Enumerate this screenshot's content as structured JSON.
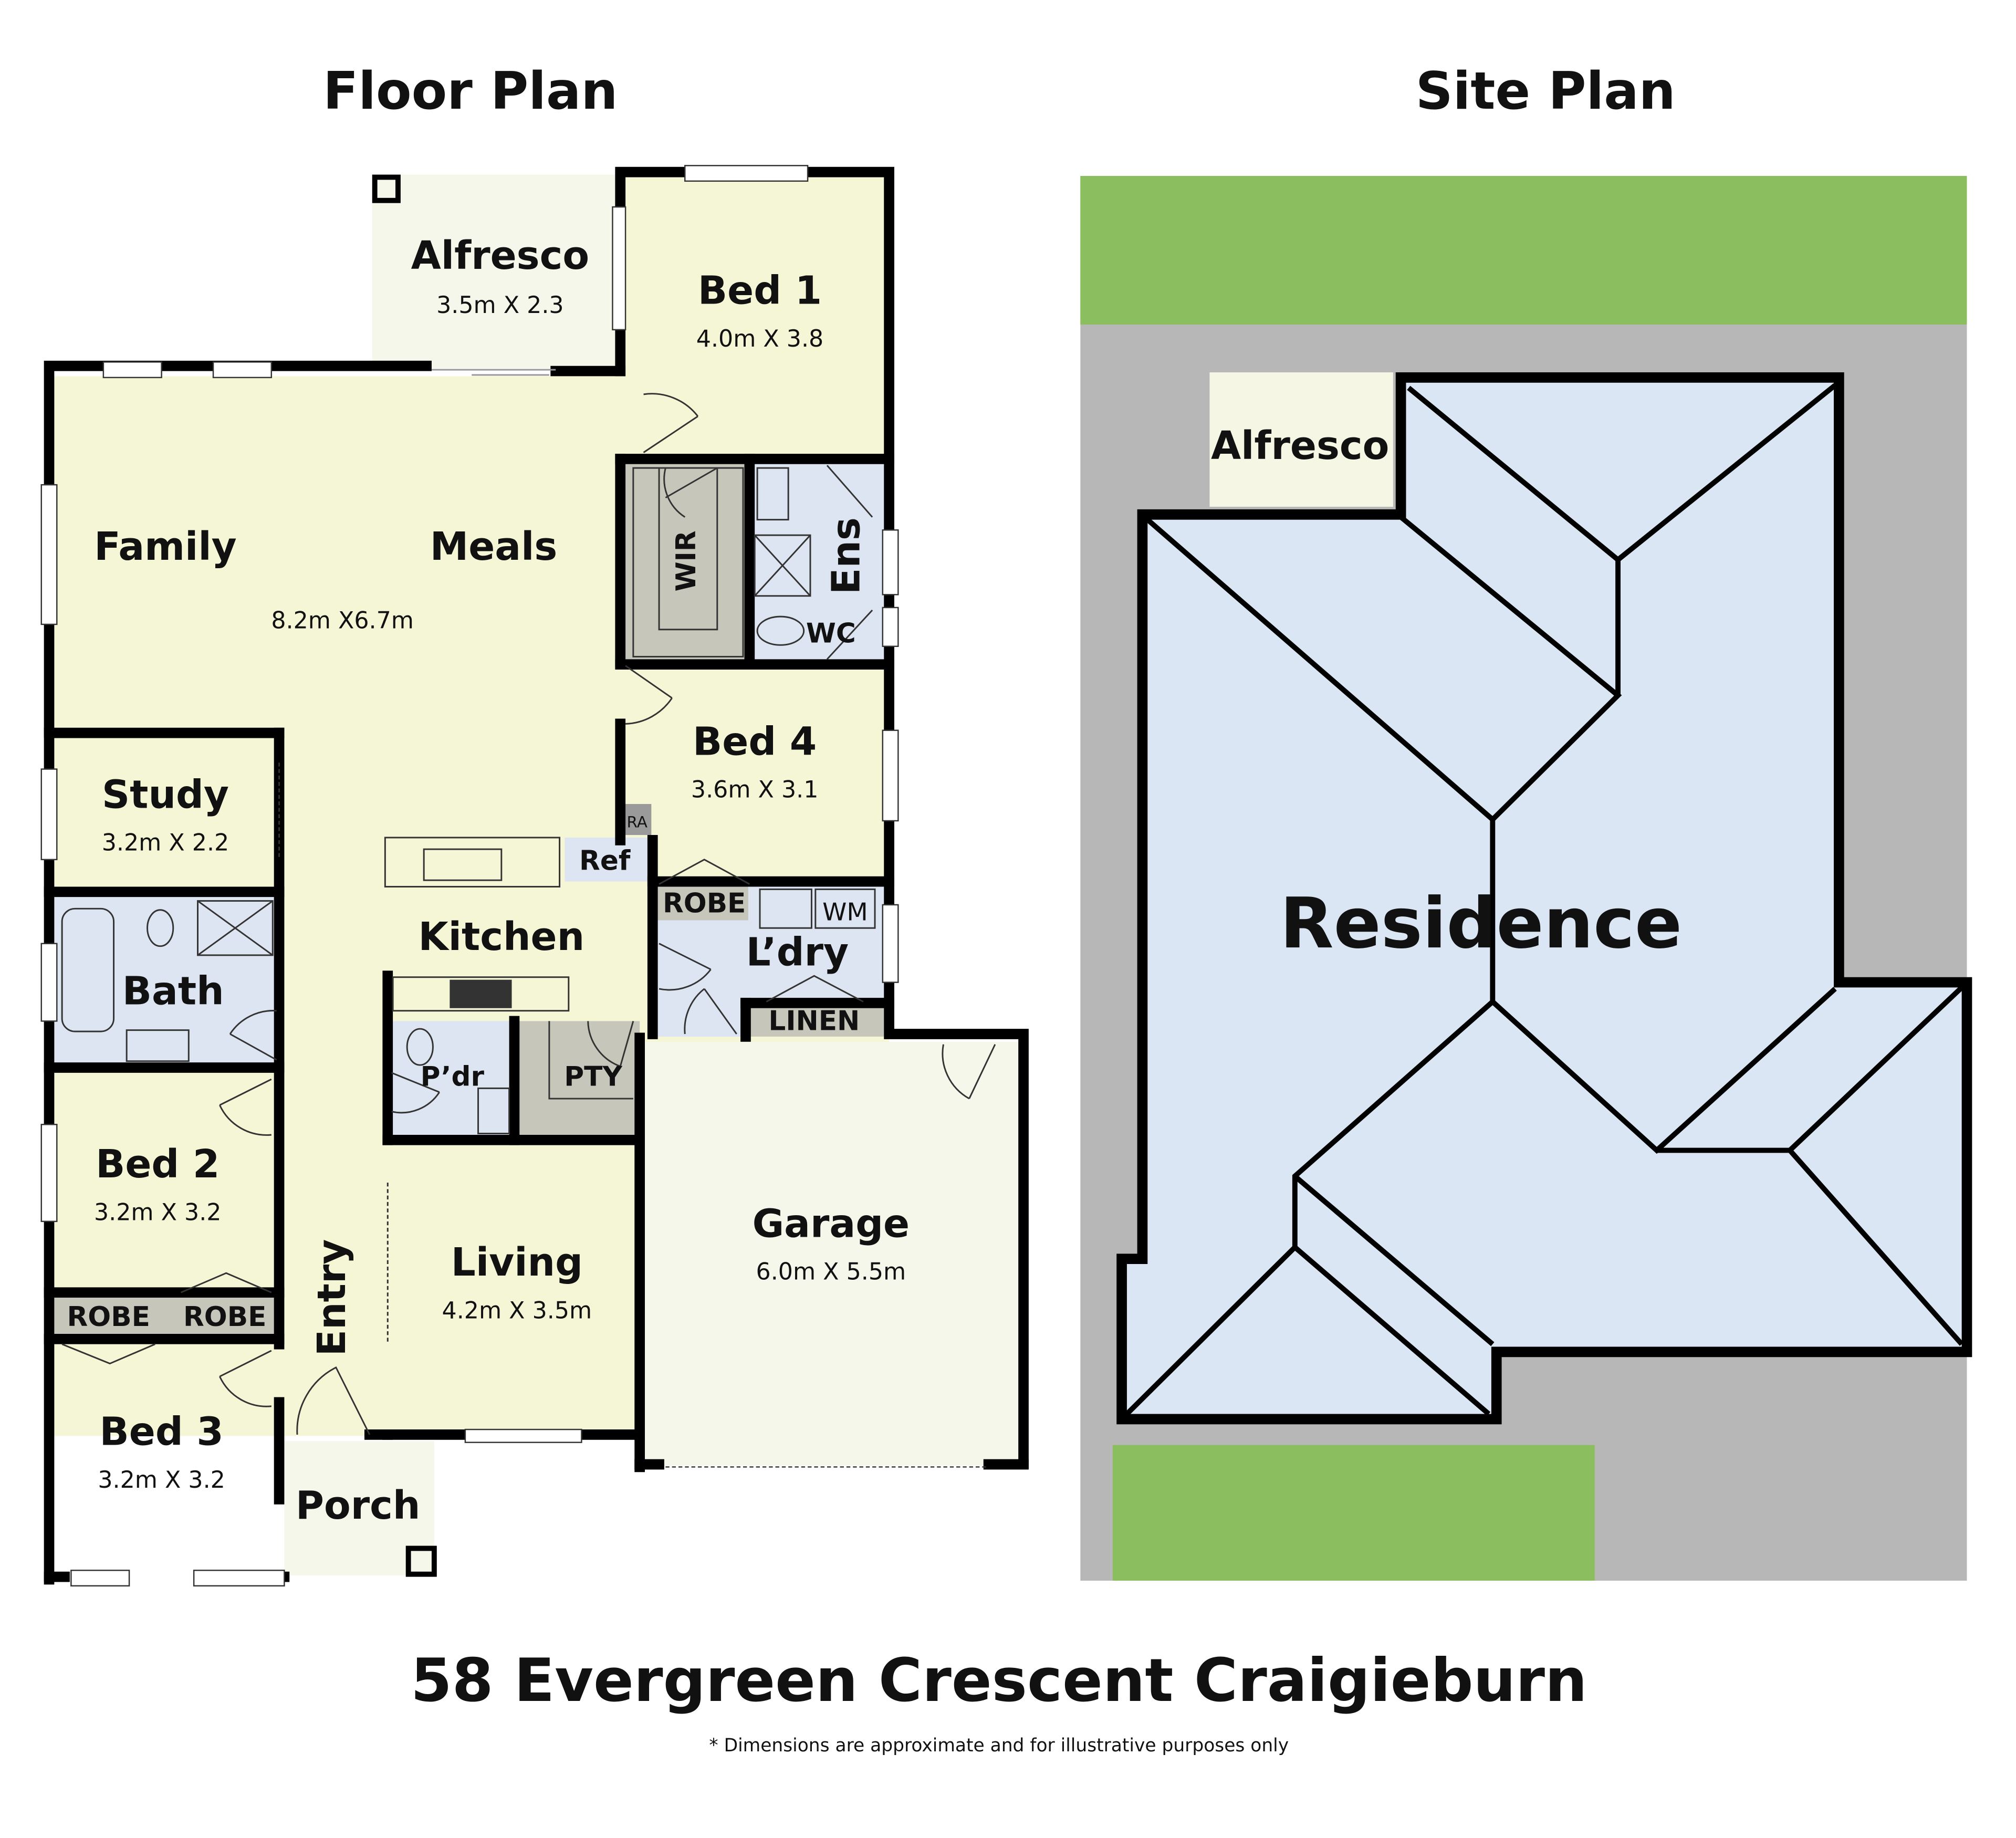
{
  "titles": {
    "floor_plan": "Floor Plan",
    "site_plan": "Site Plan"
  },
  "address": "58 Evergreen Crescent Craigieburn",
  "disclaimer": "* Dimensions are approximate and for illustrative purposes only",
  "rooms": {
    "alfresco": {
      "name": "Alfresco",
      "dims": "3.5m X 2.3"
    },
    "bed1": {
      "name": "Bed 1",
      "dims": "4.0m X 3.8"
    },
    "family": {
      "name": "Family"
    },
    "meals": {
      "name": "Meals",
      "dims": "8.2m X6.7m"
    },
    "wir": {
      "name": "WIR"
    },
    "ens": {
      "name": "Ens"
    },
    "wc": {
      "name": "WC"
    },
    "bed4": {
      "name": "Bed 4",
      "dims": "3.6m X 3.1"
    },
    "study": {
      "name": "Study",
      "dims": "3.2m X 2.2"
    },
    "ra": {
      "name": "RA"
    },
    "ref": {
      "name": "Ref"
    },
    "robe_bed4": {
      "name": "ROBE"
    },
    "wm": {
      "name": "WM"
    },
    "kitchen": {
      "name": "Kitchen"
    },
    "laundry": {
      "name": "L’dry"
    },
    "linen": {
      "name": "LINEN"
    },
    "bath": {
      "name": "Bath"
    },
    "powder": {
      "name": "P’dr"
    },
    "pantry": {
      "name": "PTY"
    },
    "bed2": {
      "name": "Bed 2",
      "dims": "3.2m X 3.2"
    },
    "robe_bed2": {
      "name": "ROBE"
    },
    "robe_bed3": {
      "name": "ROBE"
    },
    "entry": {
      "name": "Entry"
    },
    "living": {
      "name": "Living",
      "dims": "4.2m X 3.5m"
    },
    "garage": {
      "name": "Garage",
      "dims": "6.0m X 5.5m"
    },
    "bed3": {
      "name": "Bed 3",
      "dims": "3.2m X 3.2"
    },
    "porch": {
      "name": "Porch"
    }
  },
  "site": {
    "alfresco": "Alfresco",
    "residence": "Residence"
  },
  "colors": {
    "living": "#f4f6d6",
    "wet": "#dde4f2",
    "storage": "#c6c6bb",
    "outdoor": "#f5f7ea",
    "lawn": "#8bbe5f",
    "lot": "#b7b7b7",
    "roof": "#dbe6f4"
  }
}
